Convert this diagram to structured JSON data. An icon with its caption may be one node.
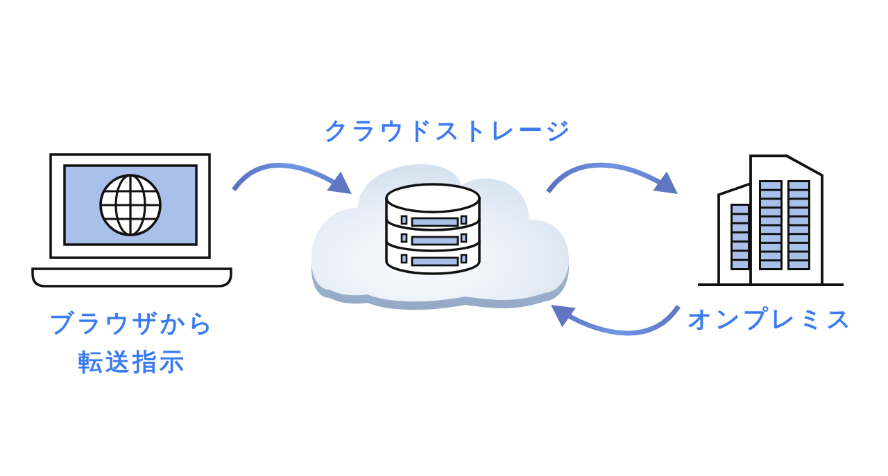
{
  "diagram": {
    "nodes": [
      {
        "text": [
          "ブラウザから転送指示"
        ]
      },
      {
        "text": [
          "クラウドストレージ"
        ]
      },
      {
        "text": [
          "オンプレミス"
        ]
      }
    ],
    "edges": [
      {
        "from": 0,
        "to": 1,
        "arrow": "to"
      },
      {
        "from": 1,
        "to": 2,
        "arrow": "to"
      },
      {
        "from": 2,
        "to": 1,
        "arrow": "to"
      }
    ]
  }
}
